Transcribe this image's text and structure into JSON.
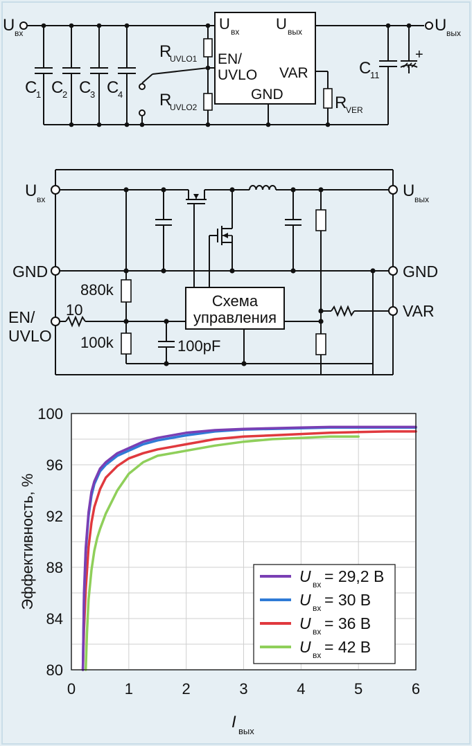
{
  "colors": {
    "background": "#e6eff4",
    "series_2": "#7a3fb4",
    "series_1": "#2f7bd6",
    "series_3": "#e0393e",
    "series_4": "#8fcf5a"
  },
  "diagram1": {
    "uin": "U",
    "uin_sub": "вх",
    "uout": "U",
    "uout_sub": "вых",
    "ic_uin": "U",
    "ic_uin_sub": "вх",
    "ic_uout": "U",
    "ic_uout_sub": "вых",
    "ic_en": "EN/",
    "ic_uvlo": "UVLO",
    "ic_var": "VAR",
    "ic_gnd": "GND",
    "r_uvlo1": "R",
    "r_uvlo1_sub": "UVLO1",
    "r_uvlo2": "R",
    "r_uvlo2_sub": "UVLO2",
    "r_ver": "R",
    "r_ver_sub": "VER",
    "c1": "C",
    "c1_sub": "1",
    "c2": "C",
    "c2_sub": "2",
    "c3": "C",
    "c3_sub": "3",
    "c4": "C",
    "c4_sub": "4",
    "c11": "C",
    "c11_sub": "11",
    "plus": "+"
  },
  "diagram2": {
    "uin": "U",
    "uin_sub": "вх",
    "uout": "U",
    "uout_sub": "вых",
    "gnd_left": "GND",
    "gnd_right": "GND",
    "en": "EN/",
    "uvlo": "UVLO",
    "var": "VAR",
    "r10": "10",
    "r880k": "880k",
    "r100k": "100k",
    "c100pf": "100pF",
    "ctrl_line1": "Схема",
    "ctrl_line2": "управления"
  },
  "chart_data": {
    "type": "line",
    "xlabel": "I",
    "xlabel_sub": "вых",
    "ylabel": "Эффективность, %",
    "xlim": [
      0,
      6
    ],
    "ylim": [
      80,
      100
    ],
    "xticks": [
      "0",
      "1",
      "2",
      "3",
      "4",
      "5",
      "6"
    ],
    "yticks": [
      "80",
      "84",
      "88",
      "92",
      "96",
      "100"
    ],
    "grid": true,
    "legend_position": "bottom-right",
    "series": [
      {
        "name": "= 29,2 В",
        "label_symbol": "U",
        "label_sub": "вх",
        "color": "#7a3fb4",
        "x": [
          0.2,
          0.22,
          0.25,
          0.3,
          0.35,
          0.4,
          0.5,
          0.6,
          0.8,
          1.0,
          1.25,
          1.5,
          2.0,
          2.5,
          3.0,
          3.5,
          4.0,
          4.5,
          5.0,
          5.5,
          6.0
        ],
        "y": [
          80,
          86,
          89.5,
          92.3,
          93.9,
          94.7,
          95.7,
          96.2,
          96.9,
          97.3,
          97.8,
          98.1,
          98.5,
          98.7,
          98.8,
          98.85,
          98.9,
          98.95,
          98.95,
          98.95,
          98.95
        ]
      },
      {
        "name": "= 30 В",
        "label_symbol": "U",
        "label_sub": "вх",
        "color": "#2f7bd6",
        "x": [
          0.2,
          0.22,
          0.25,
          0.3,
          0.35,
          0.4,
          0.5,
          0.6,
          0.8,
          1.0,
          1.25,
          1.5,
          2.0,
          2.5,
          3.0,
          3.5,
          4.0,
          4.5,
          5.0,
          5.5,
          6.0
        ],
        "y": [
          80,
          85.5,
          89.2,
          92.0,
          93.6,
          94.5,
          95.5,
          96.0,
          96.7,
          97.1,
          97.6,
          97.9,
          98.3,
          98.6,
          98.75,
          98.8,
          98.85,
          98.9,
          98.9,
          98.9,
          98.9
        ]
      },
      {
        "name": "= 36 В",
        "label_symbol": "U",
        "label_sub": "вх",
        "color": "#e0393e",
        "x": [
          0.2,
          0.22,
          0.25,
          0.3,
          0.35,
          0.4,
          0.5,
          0.6,
          0.8,
          1.0,
          1.25,
          1.5,
          2.0,
          2.5,
          3.0,
          3.5,
          4.0,
          4.5,
          5.0,
          5.5,
          6.0
        ],
        "y": [
          80,
          83.2,
          86.3,
          89.6,
          91.5,
          92.7,
          94.1,
          95.0,
          95.9,
          96.5,
          96.9,
          97.2,
          97.6,
          98.0,
          98.2,
          98.3,
          98.4,
          98.5,
          98.55,
          98.6,
          98.6
        ]
      },
      {
        "name": "= 42 В",
        "label_symbol": "U",
        "label_sub": "вх",
        "color": "#8fcf5a",
        "x": [
          0.25,
          0.27,
          0.3,
          0.35,
          0.4,
          0.45,
          0.5,
          0.6,
          0.8,
          1.0,
          1.25,
          1.5,
          2.0,
          2.5,
          3.0,
          3.5,
          4.0,
          4.5,
          5.0
        ],
        "y": [
          80,
          82.8,
          85.5,
          87.8,
          89.3,
          90.3,
          91.0,
          92.2,
          94.0,
          95.3,
          96.2,
          96.7,
          97.1,
          97.5,
          97.8,
          98.0,
          98.1,
          98.2,
          98.2
        ]
      }
    ]
  }
}
